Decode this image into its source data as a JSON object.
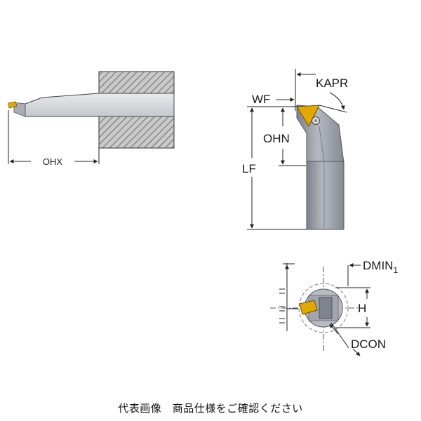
{
  "labels": {
    "ohx": "OHX",
    "wf": "WF",
    "kapr": "KAPR",
    "ohn": "OHN",
    "lf": "LF",
    "dmin": "DMIN",
    "dmin_sub": "1",
    "h": "H",
    "dcon": "DCON"
  },
  "caption": "代表画像　商品仕様をご確認ください",
  "colors": {
    "tool_body": "#9fa3ad",
    "tool_dark": "#6b6f7a",
    "insert_gold": "#e0a800",
    "hatch": "#6a6a6a",
    "line": "#222222"
  }
}
